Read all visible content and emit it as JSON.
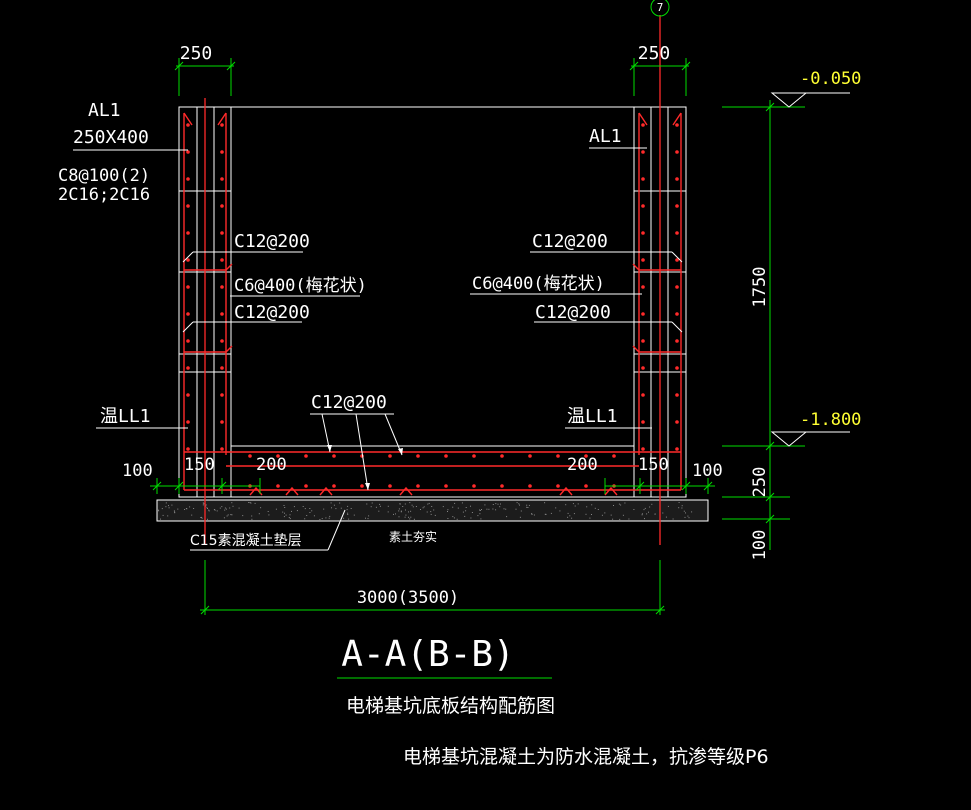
{
  "colors": {
    "background": "#000000",
    "wall": "#ffffff",
    "rebar": "#ff2a2a",
    "dimension": "#00dd00",
    "text": "#ffffff",
    "level_text": "#ffff33",
    "leader": "#ffffff"
  },
  "axis_bubble": "7",
  "dims_top": {
    "left": "250",
    "right": "250"
  },
  "dims_right": {
    "height": "1750",
    "slab": "250",
    "cushion": "100"
  },
  "levels": {
    "top": "-0.050",
    "bottom": "-1.800"
  },
  "left_labels": {
    "al_name": "AL1",
    "al_size": "250X400",
    "stirrup": "C8@100(2)",
    "bars": "2C16;2C16",
    "upper_h": "C12@200",
    "tie": "C6@400(梅花状)",
    "lower_h": "C12@200",
    "ll": "温LL1"
  },
  "right_labels": {
    "al_name": "AL1",
    "upper_h": "C12@200",
    "tie": "C6@400(梅花状)",
    "lower_h": "C12@200",
    "ll": "温LL1"
  },
  "slab_labels": {
    "rebar": "C12@200",
    "left_edge": "100",
    "left_wall": "150",
    "left_lap": "200",
    "right_lap": "200",
    "right_wall": "150",
    "right_edge": "100"
  },
  "foundation": {
    "cushion": "C15素混凝土垫层",
    "soil": "素土夯实"
  },
  "bottom_dim": "3000(3500)",
  "title": "A-A(B-B)",
  "subtitle": "电梯基坑底板结构配筋图",
  "note": "电梯基坑混凝土为防水混凝土，抗渗等级P6"
}
